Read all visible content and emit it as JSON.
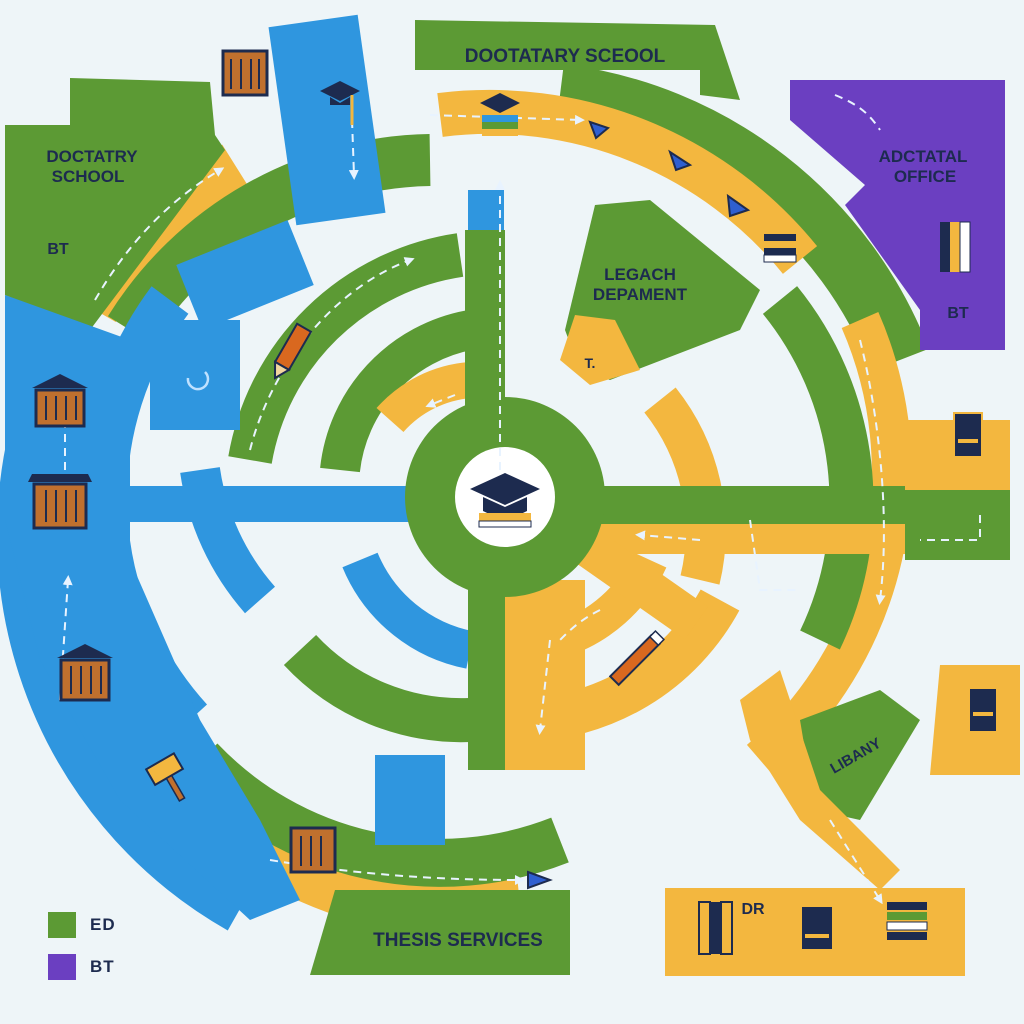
{
  "colors": {
    "green": "#5c9a34",
    "blue": "#2f96df",
    "yellow": "#f3b73f",
    "purple": "#6b3fc1",
    "navy": "#1d2b4f",
    "background": "#eef5f8"
  },
  "labels": {
    "top_school": "DOOTATARY SCEOOL",
    "left_school_line1": "DOCTATRY",
    "left_school_line2": "SCHOOL",
    "left_code": "BT",
    "office_line1": "ADCTATAL",
    "office_line2": "OFFICE",
    "office_code": "BT",
    "legal_line1": "LEGACH",
    "legal_line2": "DEPAMENT",
    "legal_mark": "T.",
    "library": "LIBANY",
    "thesis": "THESIS SERVICES",
    "dr": "DR"
  },
  "legend": {
    "items": [
      {
        "label": "ED",
        "color": "#5c9a34",
        "icon": "green-swatch"
      },
      {
        "label": "BT",
        "color": "#6b3fc1",
        "icon": "purple-swatch"
      }
    ]
  },
  "icons": [
    "graduation-cap-icon",
    "books-icon",
    "archive-box-icon",
    "gavel-icon",
    "pencil-icon",
    "arrow-icon"
  ]
}
